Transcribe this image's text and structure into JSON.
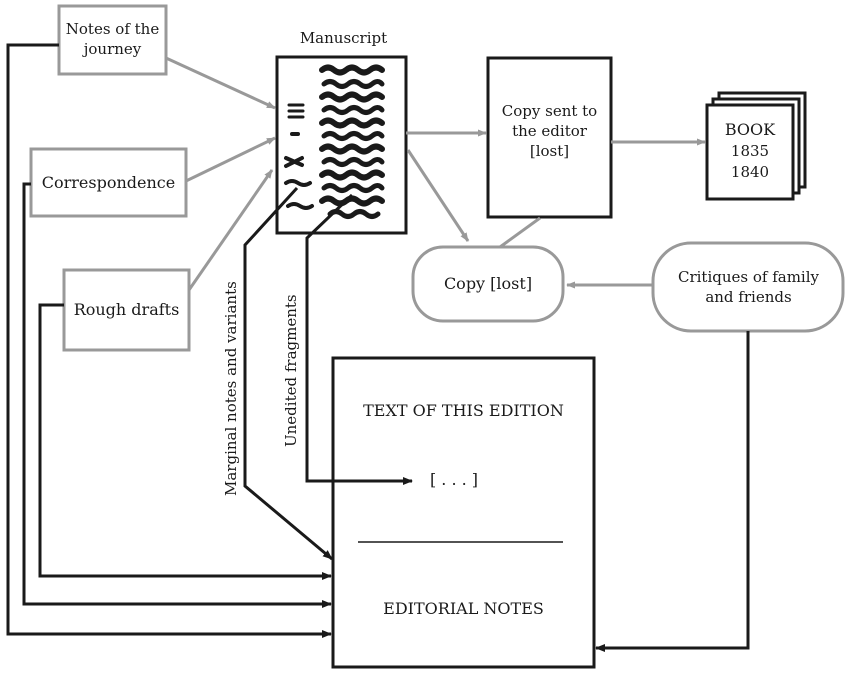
{
  "sources": {
    "notes": "Notes of the journey",
    "correspondence": "Correspondence",
    "rough_drafts": "Rough drafts"
  },
  "manuscript": {
    "title": "Manuscript"
  },
  "copy_editor": {
    "label": "Copy sent to the editor [lost]"
  },
  "book": {
    "title": "BOOK",
    "years": [
      "1835",
      "1840"
    ]
  },
  "copy_lost": {
    "label": "Copy [lost]"
  },
  "critiques": {
    "label": "Critiques of family and friends"
  },
  "edition": {
    "title": "TEXT OF THIS EDITION",
    "ellipsis": "[ . . . ]",
    "notes_title": "EDITORIAL NOTES"
  },
  "paths": {
    "marginal": "Marginal notes and variants",
    "unedited": "Unedited fragments"
  },
  "colors": {
    "gray": "#999999",
    "dark": "#1a1a1a"
  }
}
